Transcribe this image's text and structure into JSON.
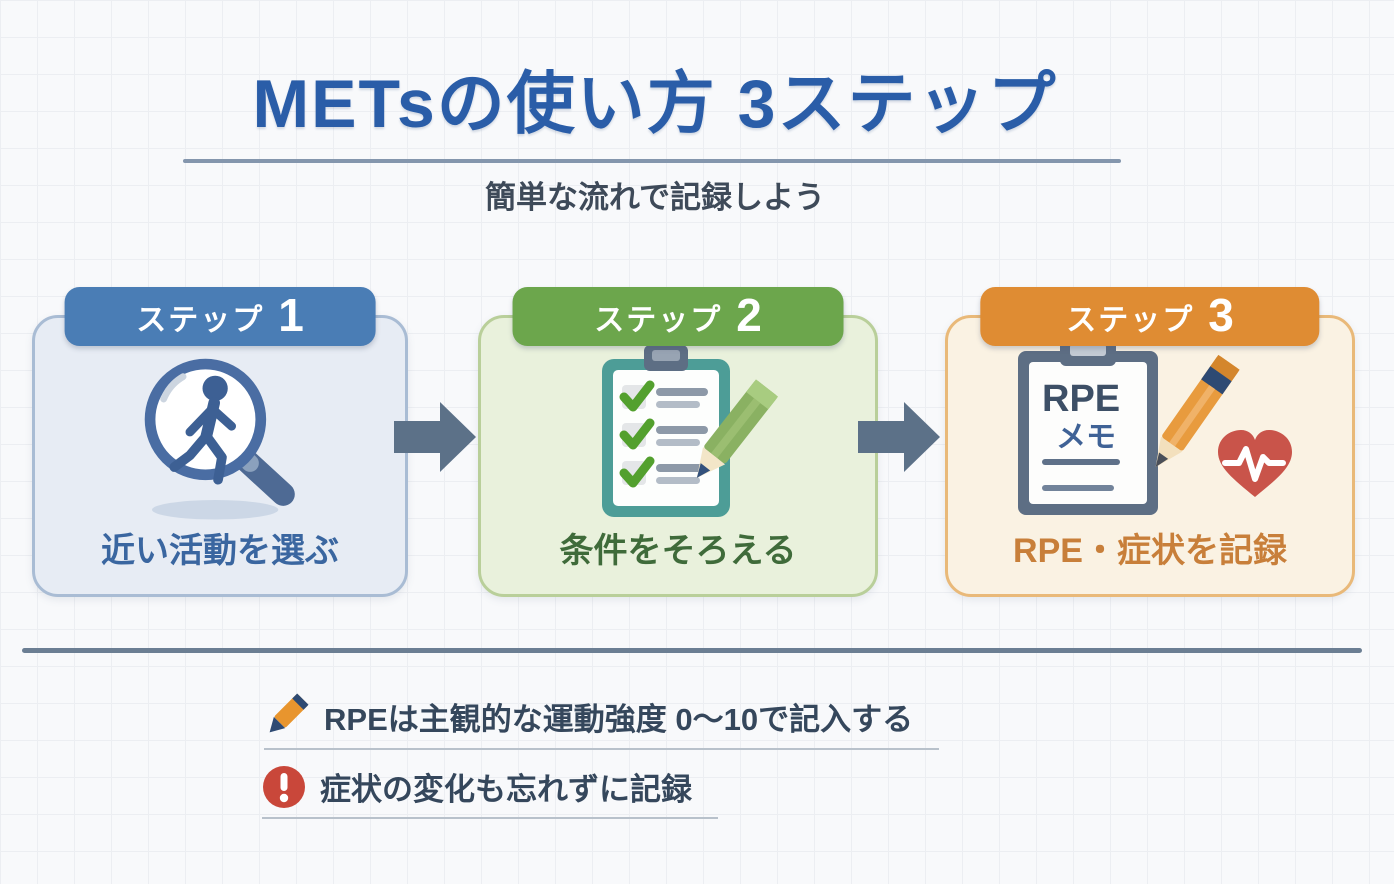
{
  "title": "METsの使い方 3ステップ",
  "subtitle": "簡単な流れで記録しよう",
  "steps": [
    {
      "badge_label": "ステップ",
      "badge_number": "1",
      "caption": "近い活動を選ぶ",
      "icon": "magnifier-walking-person-icon",
      "accent_color": "#4a7db5"
    },
    {
      "badge_label": "ステップ",
      "badge_number": "2",
      "caption": "条件をそろえる",
      "icon": "checklist-clipboard-pencil-icon",
      "accent_color": "#6ca64c"
    },
    {
      "badge_label": "ステップ",
      "badge_number": "3",
      "caption": "RPE・症状を記録",
      "icon": "memo-clipboard-pencil-heart-icon",
      "accent_color": "#df8c33",
      "clipboard": {
        "line1": "RPE",
        "line2": "メモ"
      }
    }
  ],
  "notes": [
    {
      "icon": "pencil-icon",
      "text": "RPEは主観的な運動強度 0〜10で記入する"
    },
    {
      "icon": "alert-icon",
      "text": "症状の変化も忘れずに記録"
    }
  ],
  "palette": {
    "title_blue": "#2a5da8",
    "step1_blue": "#4a7db5",
    "step2_green": "#6ca64c",
    "step3_orange": "#df8c33",
    "arrow_slate": "#5c7188",
    "alert_red": "#c9473a",
    "heart_red": "#c9544a",
    "pencil_orange": "#e8952e"
  }
}
